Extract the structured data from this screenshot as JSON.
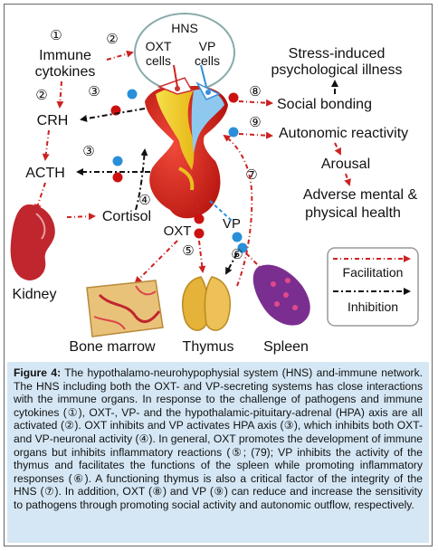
{
  "diagram": {
    "hns_label": "HNS",
    "oxt_cells_line1": "OXT",
    "oxt_cells_line2": "cells",
    "vp_cells_line1": "VP",
    "vp_cells_line2": "cells",
    "immune_cytokines_line1": "Immune",
    "immune_cytokines_line2": "cytokines",
    "crh": "CRH",
    "acth": "ACTH",
    "cortisol": "Cortisol",
    "kidney": "Kidney",
    "oxt": "OXT",
    "vp": "VP",
    "bone_marrow": "Bone marrow",
    "thymus": "Thymus",
    "spleen": "Spleen",
    "stress_line1": "Stress-induced",
    "stress_line2": "psychological illness",
    "social_bonding": "Social bonding",
    "autonomic_reactivity": "Autonomic reactivity",
    "arousal": "Arousal",
    "adverse_line1": "Adverse mental &",
    "adverse_line2": "physical health",
    "legend_facilitation": "Facilitation",
    "legend_inhibition": "Inhibition",
    "markers": {
      "m1": "①",
      "m2a": "②",
      "m2b": "②",
      "m3a": "③",
      "m3b": "③",
      "m4": "④",
      "m5": "⑤",
      "m6": "⑥",
      "m7": "⑦",
      "m8": "⑧",
      "m9": "⑨"
    },
    "colors": {
      "facilitation": "#cc2222",
      "inhibition": "#111111",
      "oxt_dot": "#cc1111",
      "vp_dot": "#2a8fd8",
      "pituitary": "#d8241c",
      "hypothalamus_yellow": "#f2d21a",
      "kidney": "#c0262e",
      "thymus": "#e5b23a",
      "spleen": "#7a2f90",
      "caption_bg": "#d5e7f5"
    }
  },
  "caption": {
    "label": "Figure 4:",
    "text": " The hypothalamo-neurohypophysial system (HNS) and-immune network. The HNS including both the OXT- and VP-secreting systems has close interactions with the immune organs. In response to the challenge of pathogens and immune cytokines (①), OXT-, VP- and the hypothalamic-pituitary-adrenal (HPA) axis are all activated (②). OXT inhibits and VP activates HPA axis (③), which inhibits both OXT- and VP-neuronal activity (④). In general, OXT promotes the development of immune organs but inhibits inflammatory reactions (⑤; (79); VP inhibits the activity of the thymus and facilitates the functions of the spleen while promoting inflammatory responses (⑥). A functioning thymus is also a critical factor of the integrity of the HNS (⑦). In addition, OXT (⑧) and VP (⑨) can reduce and increase the sensitivity to pathogens through promoting social activity and autonomic outflow, respectively."
  }
}
